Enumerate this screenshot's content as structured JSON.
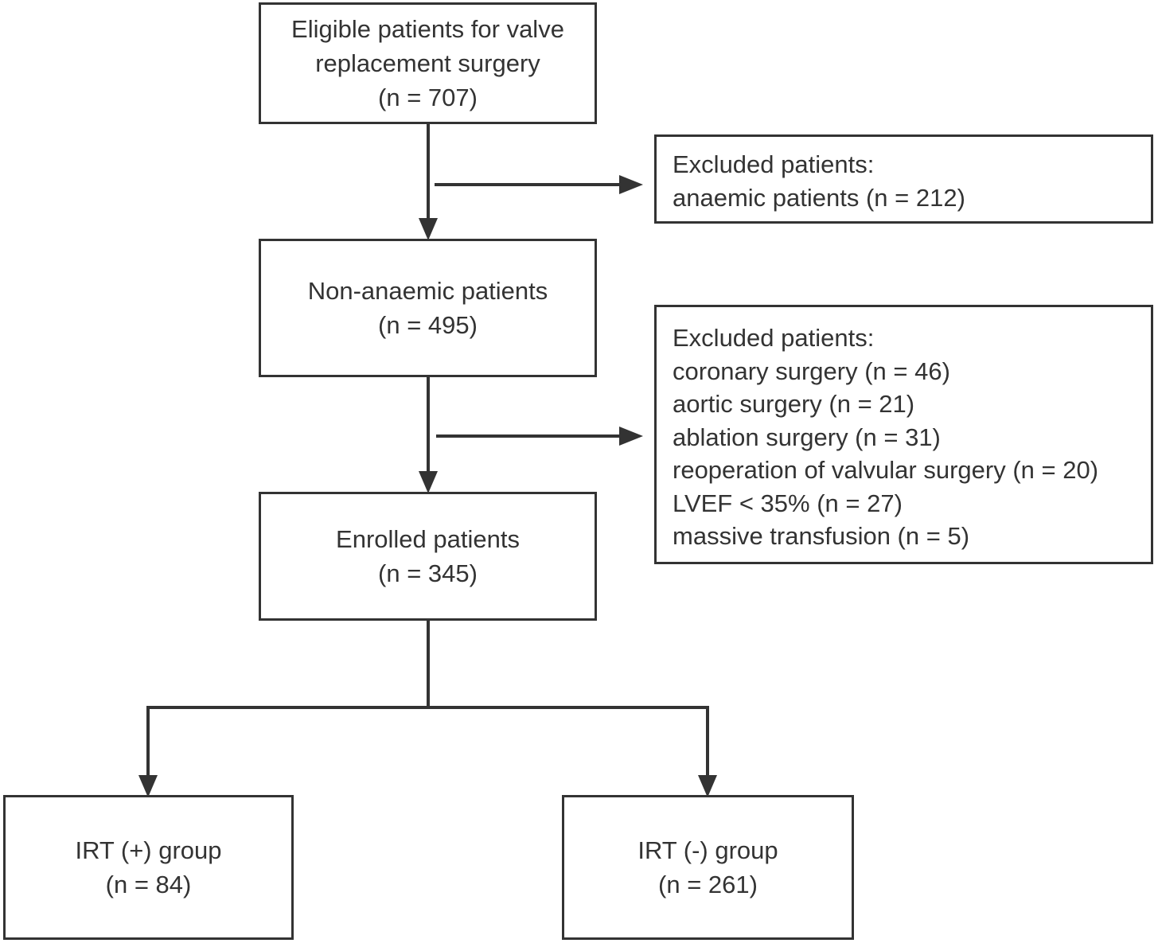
{
  "flowchart": {
    "eligible": {
      "line1": "Eligible patients for valve",
      "line2": "replacement surgery",
      "count": "(n = 707)"
    },
    "exclusion_1": {
      "heading": "Excluded patients:",
      "items": [
        "anaemic patients (n = 212)"
      ]
    },
    "non_anaemic": {
      "label": "Non-anaemic patients",
      "count": "(n = 495)"
    },
    "exclusion_2": {
      "heading": "Excluded patients:",
      "items": [
        "coronary surgery (n = 46)",
        "aortic surgery (n = 21)",
        "ablation surgery (n = 31)",
        "reoperation of valvular surgery (n = 20)",
        "LVEF < 35% (n = 27)",
        "massive transfusion (n = 5)"
      ]
    },
    "enrolled": {
      "label": "Enrolled patients",
      "count": "(n = 345)"
    },
    "irt_positive": {
      "label": "IRT (+) group",
      "count": "(n = 84)"
    },
    "irt_negative": {
      "label": "IRT (-) group",
      "count": "(n = 261)"
    }
  },
  "colors": {
    "stroke": "#333333",
    "text": "#333333",
    "background": "#ffffff"
  }
}
